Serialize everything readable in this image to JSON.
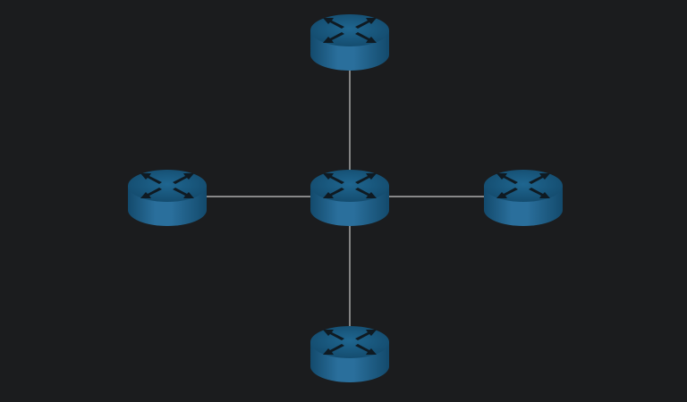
{
  "diagram": {
    "type": "network-topology",
    "layout": "star",
    "colors": {
      "background": "#1b1c1e",
      "link": "#c9c9c9",
      "router_body_light": "#2a6f9c",
      "router_body_dark": "#134a6c",
      "router_top": "#1f6690",
      "router_arrow": "#0f1a22"
    },
    "nodes": [
      {
        "id": "center",
        "kind": "router",
        "icon": "router-icon"
      },
      {
        "id": "top",
        "kind": "router",
        "icon": "router-icon"
      },
      {
        "id": "left",
        "kind": "router",
        "icon": "router-icon"
      },
      {
        "id": "right",
        "kind": "router",
        "icon": "router-icon"
      },
      {
        "id": "bottom",
        "kind": "router",
        "icon": "router-icon"
      }
    ],
    "links": [
      {
        "from": "center",
        "to": "top"
      },
      {
        "from": "center",
        "to": "left"
      },
      {
        "from": "center",
        "to": "right"
      },
      {
        "from": "center",
        "to": "bottom"
      }
    ]
  }
}
